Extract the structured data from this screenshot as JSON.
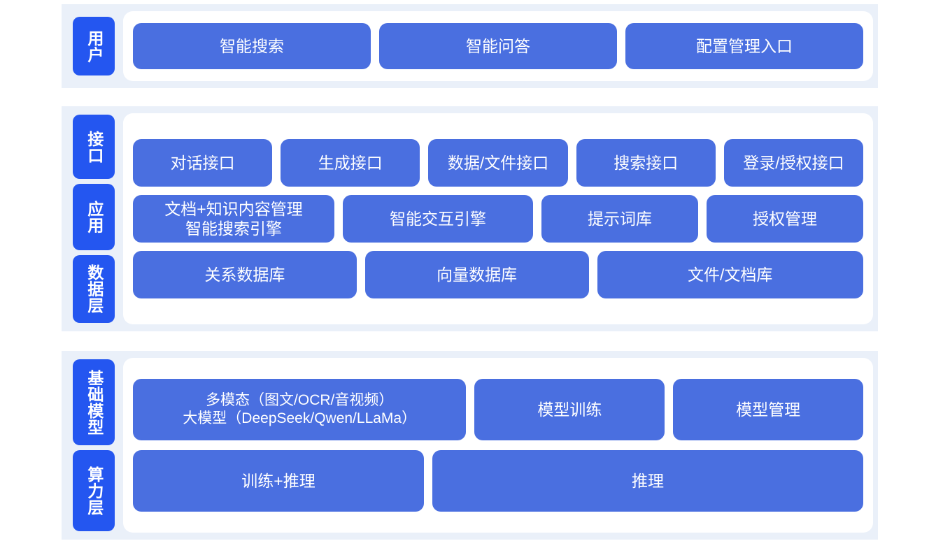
{
  "colors": {
    "page_background": "#ffffff",
    "section_band": "#eaf0f9",
    "card": "#ffffff",
    "label_blue": "#2456f0",
    "box_blue": "#4a6fe0",
    "box_text": "#ffffff"
  },
  "sections": [
    {
      "id": "user",
      "labels": [
        {
          "text": "用户"
        }
      ],
      "rows": [
        {
          "boxes": [
            {
              "text": "智能搜索"
            },
            {
              "text": "智能问答"
            },
            {
              "text": "配置管理入口"
            }
          ]
        }
      ]
    },
    {
      "id": "platform",
      "labels": [
        {
          "text": "接口"
        },
        {
          "text": "应用"
        },
        {
          "text": "数据层"
        }
      ],
      "rows": [
        {
          "name": "interface-row",
          "boxes": [
            {
              "text": "对话接口"
            },
            {
              "text": "生成接口"
            },
            {
              "text": "数据/文件接口"
            },
            {
              "text": "搜索接口"
            },
            {
              "text": "登录/授权接口"
            }
          ]
        },
        {
          "name": "application-row",
          "boxes": [
            {
              "text": "文档+知识内容管理\n智能搜索引擎"
            },
            {
              "text": "智能交互引擎"
            },
            {
              "text": "提示词库"
            },
            {
              "text": "授权管理"
            }
          ]
        },
        {
          "name": "data-row",
          "boxes": [
            {
              "text": "关系数据库"
            },
            {
              "text": "向量数据库"
            },
            {
              "text": "文件/文档库"
            }
          ]
        }
      ]
    },
    {
      "id": "base",
      "labels": [
        {
          "text": "基础模型"
        },
        {
          "text": "算力层"
        }
      ],
      "rows": [
        {
          "name": "model-row",
          "boxes": [
            {
              "text": "多模态（图文/OCR/音视频）\n大模型（DeepSeek/Qwen/LLaMa）"
            },
            {
              "text": "模型训练"
            },
            {
              "text": "模型管理"
            }
          ]
        },
        {
          "name": "compute-row",
          "boxes": [
            {
              "text": "训练+推理"
            },
            {
              "text": "推理"
            }
          ]
        }
      ]
    }
  ]
}
